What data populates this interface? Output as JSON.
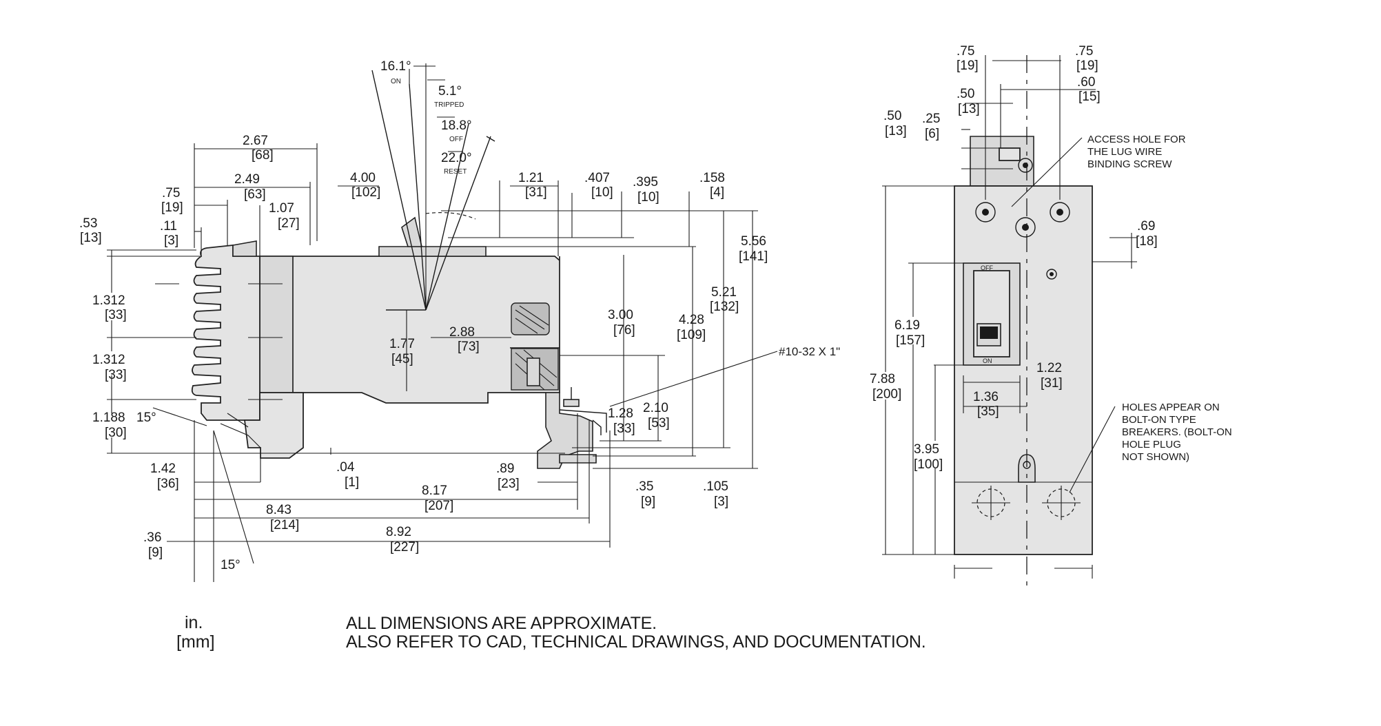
{
  "side_view": {
    "angles": {
      "on": {
        "value": "16.1°",
        "label": "ON"
      },
      "tripped": {
        "value": "5.1°",
        "label": "TRIPPED"
      },
      "off": {
        "value": "18.8°",
        "label": "OFF"
      },
      "reset": {
        "value": "22.0°",
        "label": "RESET"
      },
      "lower_angle": "15°",
      "bottom_angle": "15°"
    },
    "dims": {
      "d_2_67": {
        "in": "2.67",
        "mm": "[68]"
      },
      "d_2_49": {
        "in": "2.49",
        "mm": "[63]"
      },
      "d_0_75": {
        "in": ".75",
        "mm": "[19]"
      },
      "d_1_07": {
        "in": "1.07",
        "mm": "[27]"
      },
      "d_0_53": {
        "in": ".53",
        "mm": "[13]"
      },
      "d_0_11": {
        "in": ".11",
        "mm": "[3]"
      },
      "d_4_00": {
        "in": "4.00",
        "mm": "[102]"
      },
      "d_1_21": {
        "in": "1.21",
        "mm": "[31]"
      },
      "d_0_407": {
        "in": ".407",
        "mm": "[10]"
      },
      "d_0_395": {
        "in": ".395",
        "mm": "[10]"
      },
      "d_0_158": {
        "in": ".158",
        "mm": "[4]"
      },
      "d_5_56": {
        "in": "5.56",
        "mm": "[141]"
      },
      "d_5_21": {
        "in": "5.21",
        "mm": "[132]"
      },
      "d_4_28": {
        "in": "4.28",
        "mm": "[109]"
      },
      "d_3_00": {
        "in": "3.00",
        "mm": "[76]"
      },
      "d_1_312a": {
        "in": "1.312",
        "mm": "[33]"
      },
      "d_1_312b": {
        "in": "1.312",
        "mm": "[33]"
      },
      "d_1_188": {
        "in": "1.188",
        "mm": "[30]"
      },
      "d_1_77": {
        "in": "1.77",
        "mm": "[45]"
      },
      "d_2_88": {
        "in": "2.88",
        "mm": "[73]"
      },
      "d_1_28": {
        "in": "1.28",
        "mm": "[33]"
      },
      "d_2_10": {
        "in": "2.10",
        "mm": "[53]"
      },
      "d_1_42": {
        "in": "1.42",
        "mm": "[36]"
      },
      "d_0_04": {
        "in": ".04",
        "mm": "[1]"
      },
      "d_0_89": {
        "in": ".89",
        "mm": "[23]"
      },
      "d_8_17": {
        "in": "8.17",
        "mm": "[207]"
      },
      "d_8_43": {
        "in": "8.43",
        "mm": "[214]"
      },
      "d_8_92": {
        "in": "8.92",
        "mm": "[227]"
      },
      "d_0_36": {
        "in": ".36",
        "mm": "[9]"
      },
      "d_0_35": {
        "in": ".35",
        "mm": "[9]"
      },
      "d_0_105": {
        "in": ".105",
        "mm": "[3]"
      }
    },
    "screw_callout": "#10-32 X 1\""
  },
  "front_view": {
    "dims": {
      "f_0_75l": {
        "in": ".75",
        "mm": "[19]"
      },
      "f_0_75r": {
        "in": ".75",
        "mm": "[19]"
      },
      "f_0_60": {
        "in": ".60",
        "mm": "[15]"
      },
      "f_0_50a": {
        "in": ".50",
        "mm": "[13]"
      },
      "f_0_50b": {
        "in": ".50",
        "mm": "[13]"
      },
      "f_0_25": {
        "in": ".25",
        "mm": "[6]"
      },
      "f_0_69": {
        "in": ".69",
        "mm": "[18]"
      },
      "f_6_19": {
        "in": "6.19",
        "mm": "[157]"
      },
      "f_7_88": {
        "in": "7.88",
        "mm": "[200]"
      },
      "f_1_22": {
        "in": "1.22",
        "mm": "[31]"
      },
      "f_1_36": {
        "in": "1.36",
        "mm": "[35]"
      },
      "f_3_95": {
        "in": "3.95",
        "mm": "[100]"
      }
    },
    "access_note": [
      "ACCESS HOLE FOR",
      "THE LUG WIRE",
      "BINDING SCREW"
    ],
    "holes_note": [
      "HOLES APPEAR ON",
      "BOLT-ON TYPE",
      "BREAKERS. (BOLT-ON",
      "HOLE PLUG",
      "NOT SHOWN)"
    ],
    "handle_top_label": "OFF",
    "handle_bottom_label": "ON"
  },
  "legend": {
    "unit_in": "in.",
    "unit_mm": "[mm]"
  },
  "notes": [
    "ALL DIMENSIONS ARE APPROXIMATE.",
    "ALSO REFER TO CAD, TECHNICAL DRAWINGS, AND DOCUMENTATION."
  ]
}
